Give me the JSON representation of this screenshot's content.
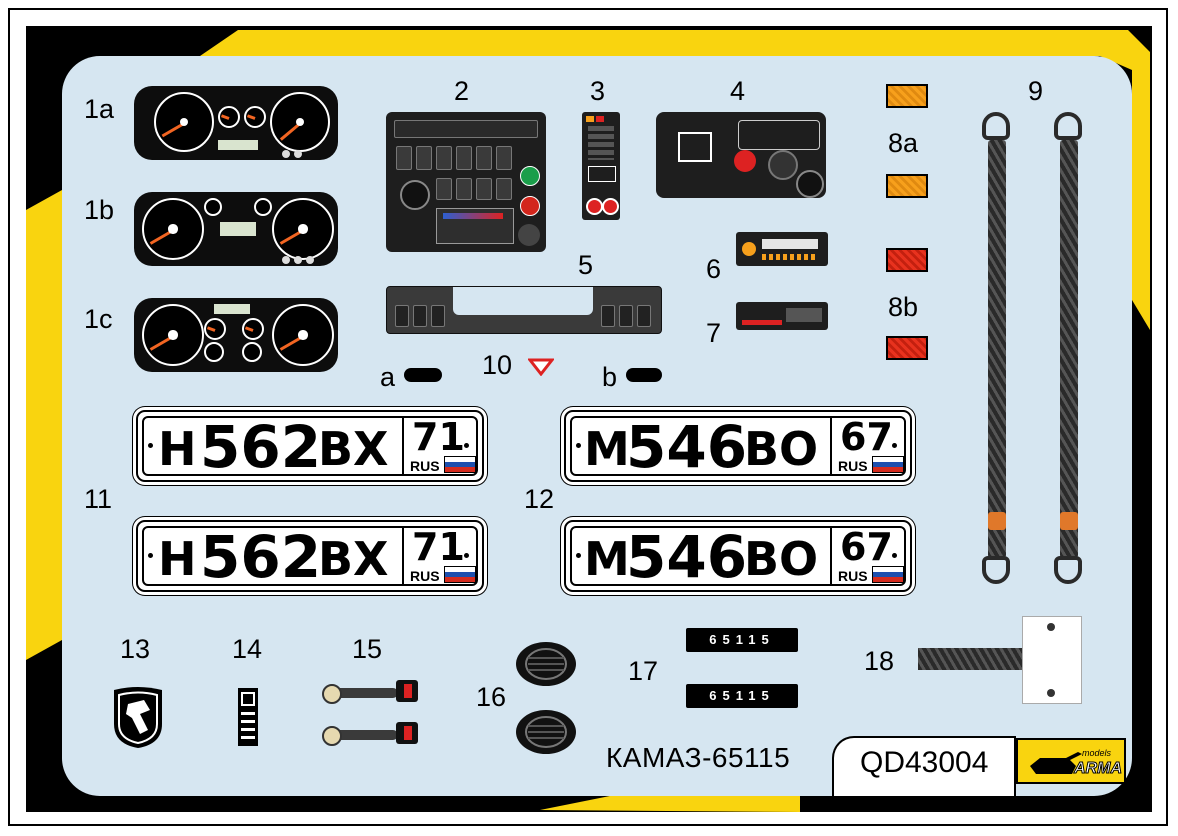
{
  "labels": {
    "l1a": "1a",
    "l1b": "1b",
    "l1c": "1c",
    "l2": "2",
    "l3": "3",
    "l4": "4",
    "l5": "5",
    "l6": "6",
    "l7": "7",
    "l8a": "8a",
    "l8b": "8b",
    "l9": "9",
    "l10": "10",
    "la": "a",
    "lb": "b",
    "l11": "11",
    "l12": "12",
    "l13": "13",
    "l14": "14",
    "l15": "15",
    "l16": "16",
    "l17": "17",
    "l18": "18"
  },
  "plates": {
    "p11": {
      "letter1": "Н",
      "digits": "562",
      "letters2": "ВХ",
      "region": "71",
      "country": "RUS"
    },
    "p12": {
      "letter1": "М",
      "digits": "546",
      "letters2": "ВО",
      "region": "67",
      "country": "RUS"
    }
  },
  "codes": {
    "top": "65115",
    "bottom": "65115"
  },
  "footer": {
    "model": "КАМАЗ-65115",
    "code": "QD43004",
    "brand_small": "models",
    "brand": "ARMA"
  },
  "colors": {
    "sheet": "#d6e6f1",
    "yellow": "#f9d40f",
    "needle": "#f26522",
    "amber": "#f7a01c",
    "red": "#e8321e"
  },
  "icons": [
    "speedometer-icon",
    "tachometer-icon",
    "flag-icon",
    "triangle-down-icon",
    "kamaz-logo-icon",
    "arma-tank-logo-icon"
  ]
}
